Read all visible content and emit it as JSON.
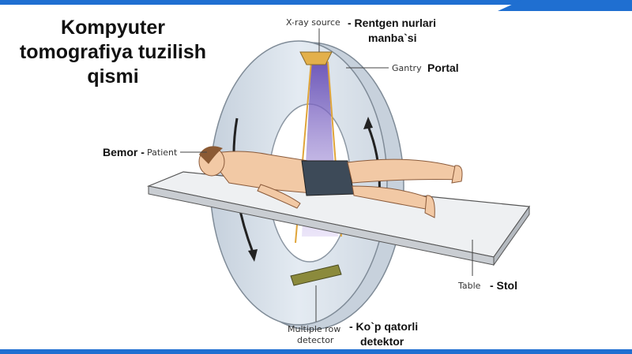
{
  "slide": {
    "title_lines": [
      "Kompyuter",
      "tomografiya tuzilish",
      "qismi"
    ]
  },
  "labels": {
    "xray_source_en": "X-ray source",
    "xray_source_uz_1": "- Rentgen nurlari",
    "xray_source_uz_2": "manba`si",
    "gantry_en": "Gantry",
    "gantry_uz": "Portal",
    "patient_en": "Patient",
    "patient_uz": "Bemor -",
    "table_en": "Table",
    "table_uz": "- Stol",
    "detector_en_1": "Multiple row",
    "detector_en_2": "detector",
    "detector_uz_1": "- Ko`p qatorli",
    "detector_uz_2": "detektor"
  },
  "colors": {
    "accent_bar": "#1f6fd1",
    "gantry": "#d9e2ec",
    "beam": "#8a6fd6",
    "source": "#e3b04b",
    "detector": "#8b8a3c",
    "skin": "#f2c9a5",
    "shorts": "#3d4a58"
  }
}
